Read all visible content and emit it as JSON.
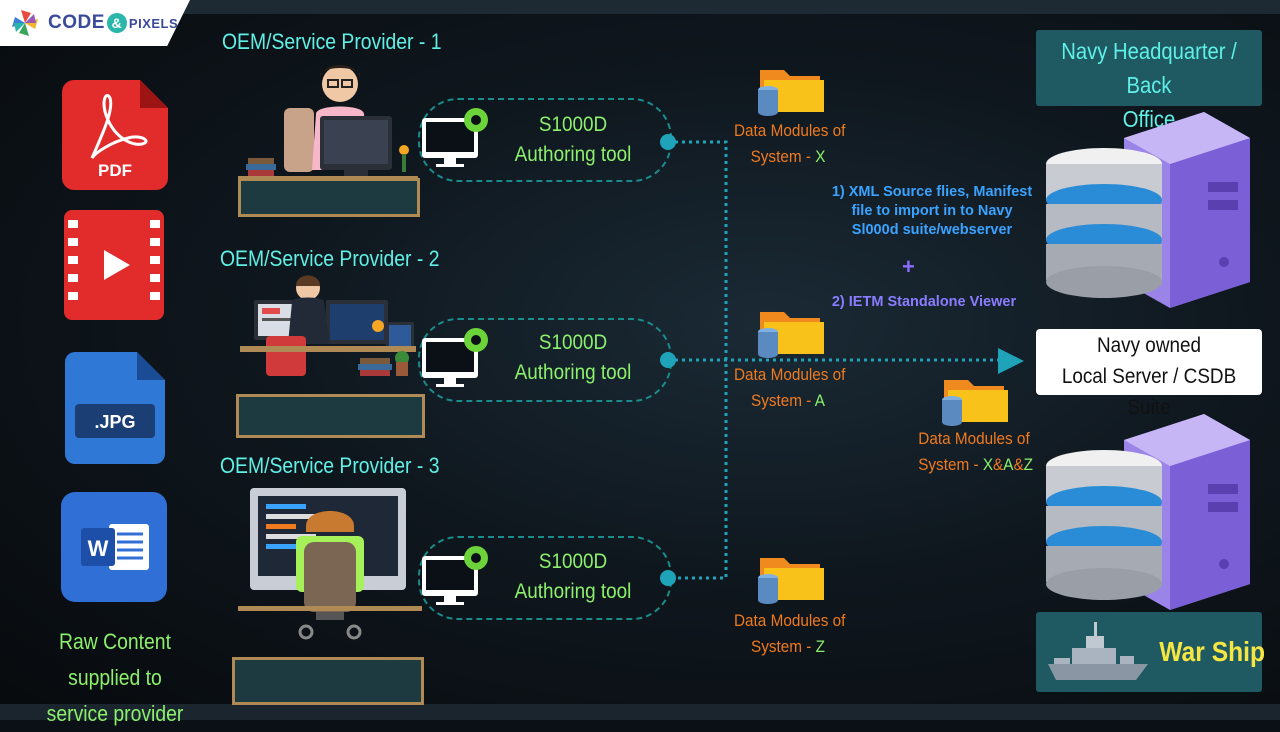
{
  "logo": {
    "left": "CODE",
    "amp": "&",
    "right": "PIXELS"
  },
  "providers": [
    {
      "title": "OEM/Service Provider - 1",
      "tool_line1": "S1000D",
      "tool_line2": "Authoring tool"
    },
    {
      "title": "OEM/Service Provider - 2",
      "tool_line1": "S1000D",
      "tool_line2": "Authoring tool"
    },
    {
      "title": "OEM/Service Provider - 3",
      "tool_line1": "S1000D",
      "tool_line2": "Authoring tool"
    }
  ],
  "raw_files": {
    "pdf_label": "PDF",
    "jpg_label": ".JPG",
    "word_label": "W",
    "caption_line1": "Raw Content supplied to",
    "caption_line2": "service provider"
  },
  "data_modules": [
    {
      "line1": "Data Modules of",
      "line2_prefix": "System - ",
      "system": "X"
    },
    {
      "line1": "Data Modules of",
      "line2_prefix": "System - ",
      "system": "A"
    },
    {
      "line1": "Data Modules of",
      "line2_prefix": "System - ",
      "system": "Z"
    }
  ],
  "combined_module": {
    "line1": "Data Modules of",
    "line2_prefix": "System - ",
    "x": "X",
    "amp1": "&",
    "a": "A",
    "amp2": "&",
    "z": "Z"
  },
  "notes": {
    "note1_line1": "1) XML Source flies, Manifest",
    "note1_line2": "file to import in to Navy",
    "note1_line3": "Sl000d suite/webserver",
    "plus": "+",
    "note2": "2) IETM Standalone Viewer"
  },
  "destinations": {
    "hq_line1": "Navy Headquarter / Back",
    "hq_line2": "Office",
    "local_line1": "Navy owned",
    "local_line2": "Local Server / CSDB Suite",
    "ship": "War Ship"
  },
  "colors": {
    "cyan": "#5ff0e6",
    "green": "#8cf06c",
    "orange": "#f07a1e",
    "blue": "#3aa3ff",
    "yellow": "#f5e642",
    "teal_box": "#1f5a63"
  }
}
